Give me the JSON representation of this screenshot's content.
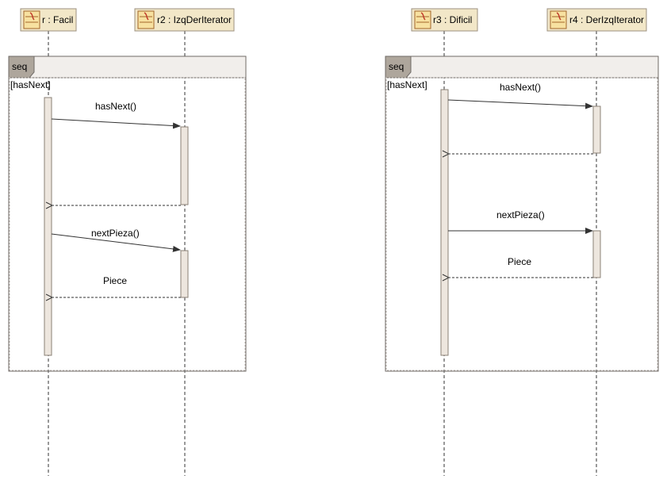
{
  "colors": {
    "lifeline_header_bg": "#f2e7c8",
    "lifeline_header_border": "#9c9080",
    "frame_tab_bg": "#aea69c",
    "frame_border": "#6f6a66",
    "activation_fill": "#ede6de",
    "activation_border": "#8a8076",
    "line": "#333333"
  },
  "lifelines": [
    {
      "id": "r",
      "label": "r : Facil",
      "icon": "class-icon"
    },
    {
      "id": "r2",
      "label": "r2 : IzqDerIterator",
      "icon": "class-icon"
    },
    {
      "id": "r3",
      "label": "r3 : Dificil",
      "icon": "class-icon"
    },
    {
      "id": "r4",
      "label": "r4 : DerIzqIterator",
      "icon": "class-icon"
    }
  ],
  "frames": [
    {
      "operator": "seq",
      "guard": "[hasNext]"
    },
    {
      "operator": "seq",
      "guard": "[hasNext]"
    }
  ],
  "messages": [
    {
      "label": "hasNext()",
      "kind": "call"
    },
    {
      "label": "",
      "kind": "return"
    },
    {
      "label": "nextPieza()",
      "kind": "call"
    },
    {
      "label": "Piece",
      "kind": "return"
    },
    {
      "label": "hasNext()",
      "kind": "call"
    },
    {
      "label": "",
      "kind": "return"
    },
    {
      "label": "nextPieza()",
      "kind": "call"
    },
    {
      "label": "Piece",
      "kind": "return"
    }
  ]
}
